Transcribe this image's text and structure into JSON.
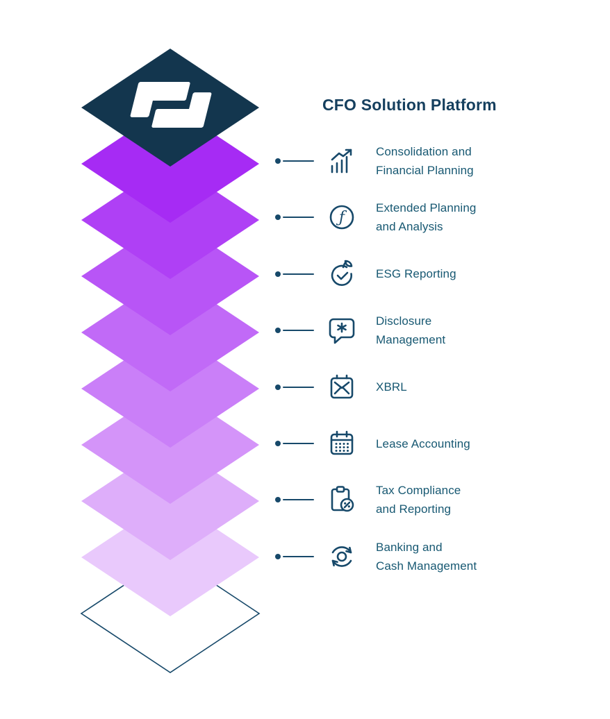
{
  "title": "CFO Solution Platform",
  "colors": {
    "ink": "#17496A",
    "text": "#175872",
    "title": "#153F5E",
    "background": "#FFFFFF",
    "logo": "#FFFFFF",
    "navy_tile": "#13364E",
    "outline_diamond": "#17496A"
  },
  "stack": {
    "top_tile": {
      "logo": "lucanet-logo",
      "color": "#13364E"
    },
    "layers": [
      "#A62BF4",
      "#AF40F5",
      "#B855F6",
      "#C16AF7",
      "#CA7FF8",
      "#D494F9",
      "#DEAEFA",
      "#E9C9FC"
    ],
    "outline_layer_color": "#17496A"
  },
  "items": [
    {
      "icon": "consolidation-chart-icon",
      "label": "Consolidation and\nFinancial Planning"
    },
    {
      "icon": "function-icon",
      "label": "Extended Planning\nand Analysis"
    },
    {
      "icon": "esg-leaf-icon",
      "label": "ESG Reporting"
    },
    {
      "icon": "disclosure-speech-icon",
      "label": "Disclosure\nManagement"
    },
    {
      "icon": "xbrl-envelope-icon",
      "label": "XBRL"
    },
    {
      "icon": "lease-calendar-icon",
      "label": "Lease Accounting"
    },
    {
      "icon": "tax-clipboard-icon",
      "label": "Tax Compliance\nand Reporting"
    },
    {
      "icon": "banking-cycle-icon",
      "label": "Banking and\nCash Management"
    }
  ]
}
